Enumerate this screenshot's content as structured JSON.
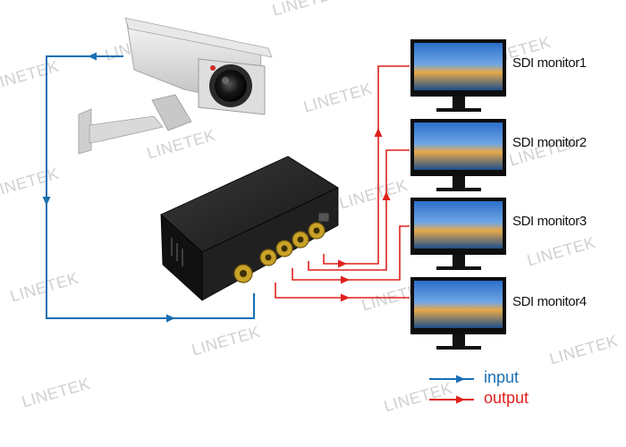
{
  "monitors": [
    {
      "label": "SDI monitor1"
    },
    {
      "label": "SDI monitor2"
    },
    {
      "label": "SDI monitor3"
    },
    {
      "label": "SDI monitor4"
    }
  ],
  "legend": {
    "input": {
      "label": "input",
      "color": "#1a6fb3"
    },
    "output": {
      "label": "output",
      "color": "#e0211d"
    }
  },
  "watermark": {
    "text": "LINETEK"
  },
  "colors": {
    "input_line": "#1a6fb3",
    "output_line": "#e0211d",
    "device_body": "#1c1c1c",
    "connector": "#c9a227"
  }
}
